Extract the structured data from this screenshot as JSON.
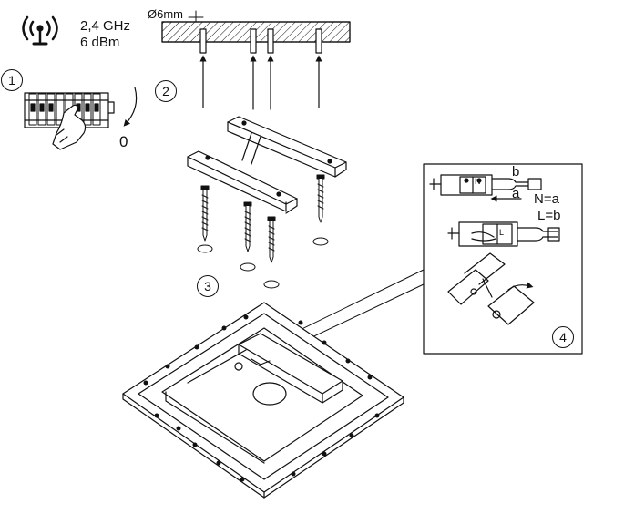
{
  "radio": {
    "icon": "antenna-signal-icon",
    "frequency": "2,4 GHz",
    "power": "6 dBm"
  },
  "steps": {
    "s1": "1",
    "s2": "2",
    "s3": "3",
    "s4": "4"
  },
  "breaker": {
    "off_label": "0",
    "icon": "circuit-breaker-icon"
  },
  "drill": {
    "diameter": "Ø6mm"
  },
  "wiring": {
    "b": "b",
    "a": "a",
    "neutral": "N=a",
    "live": "L=b",
    "terminal_n": "N",
    "terminal_l": "L"
  },
  "colors": {
    "line": "#111111",
    "background": "#ffffff"
  }
}
